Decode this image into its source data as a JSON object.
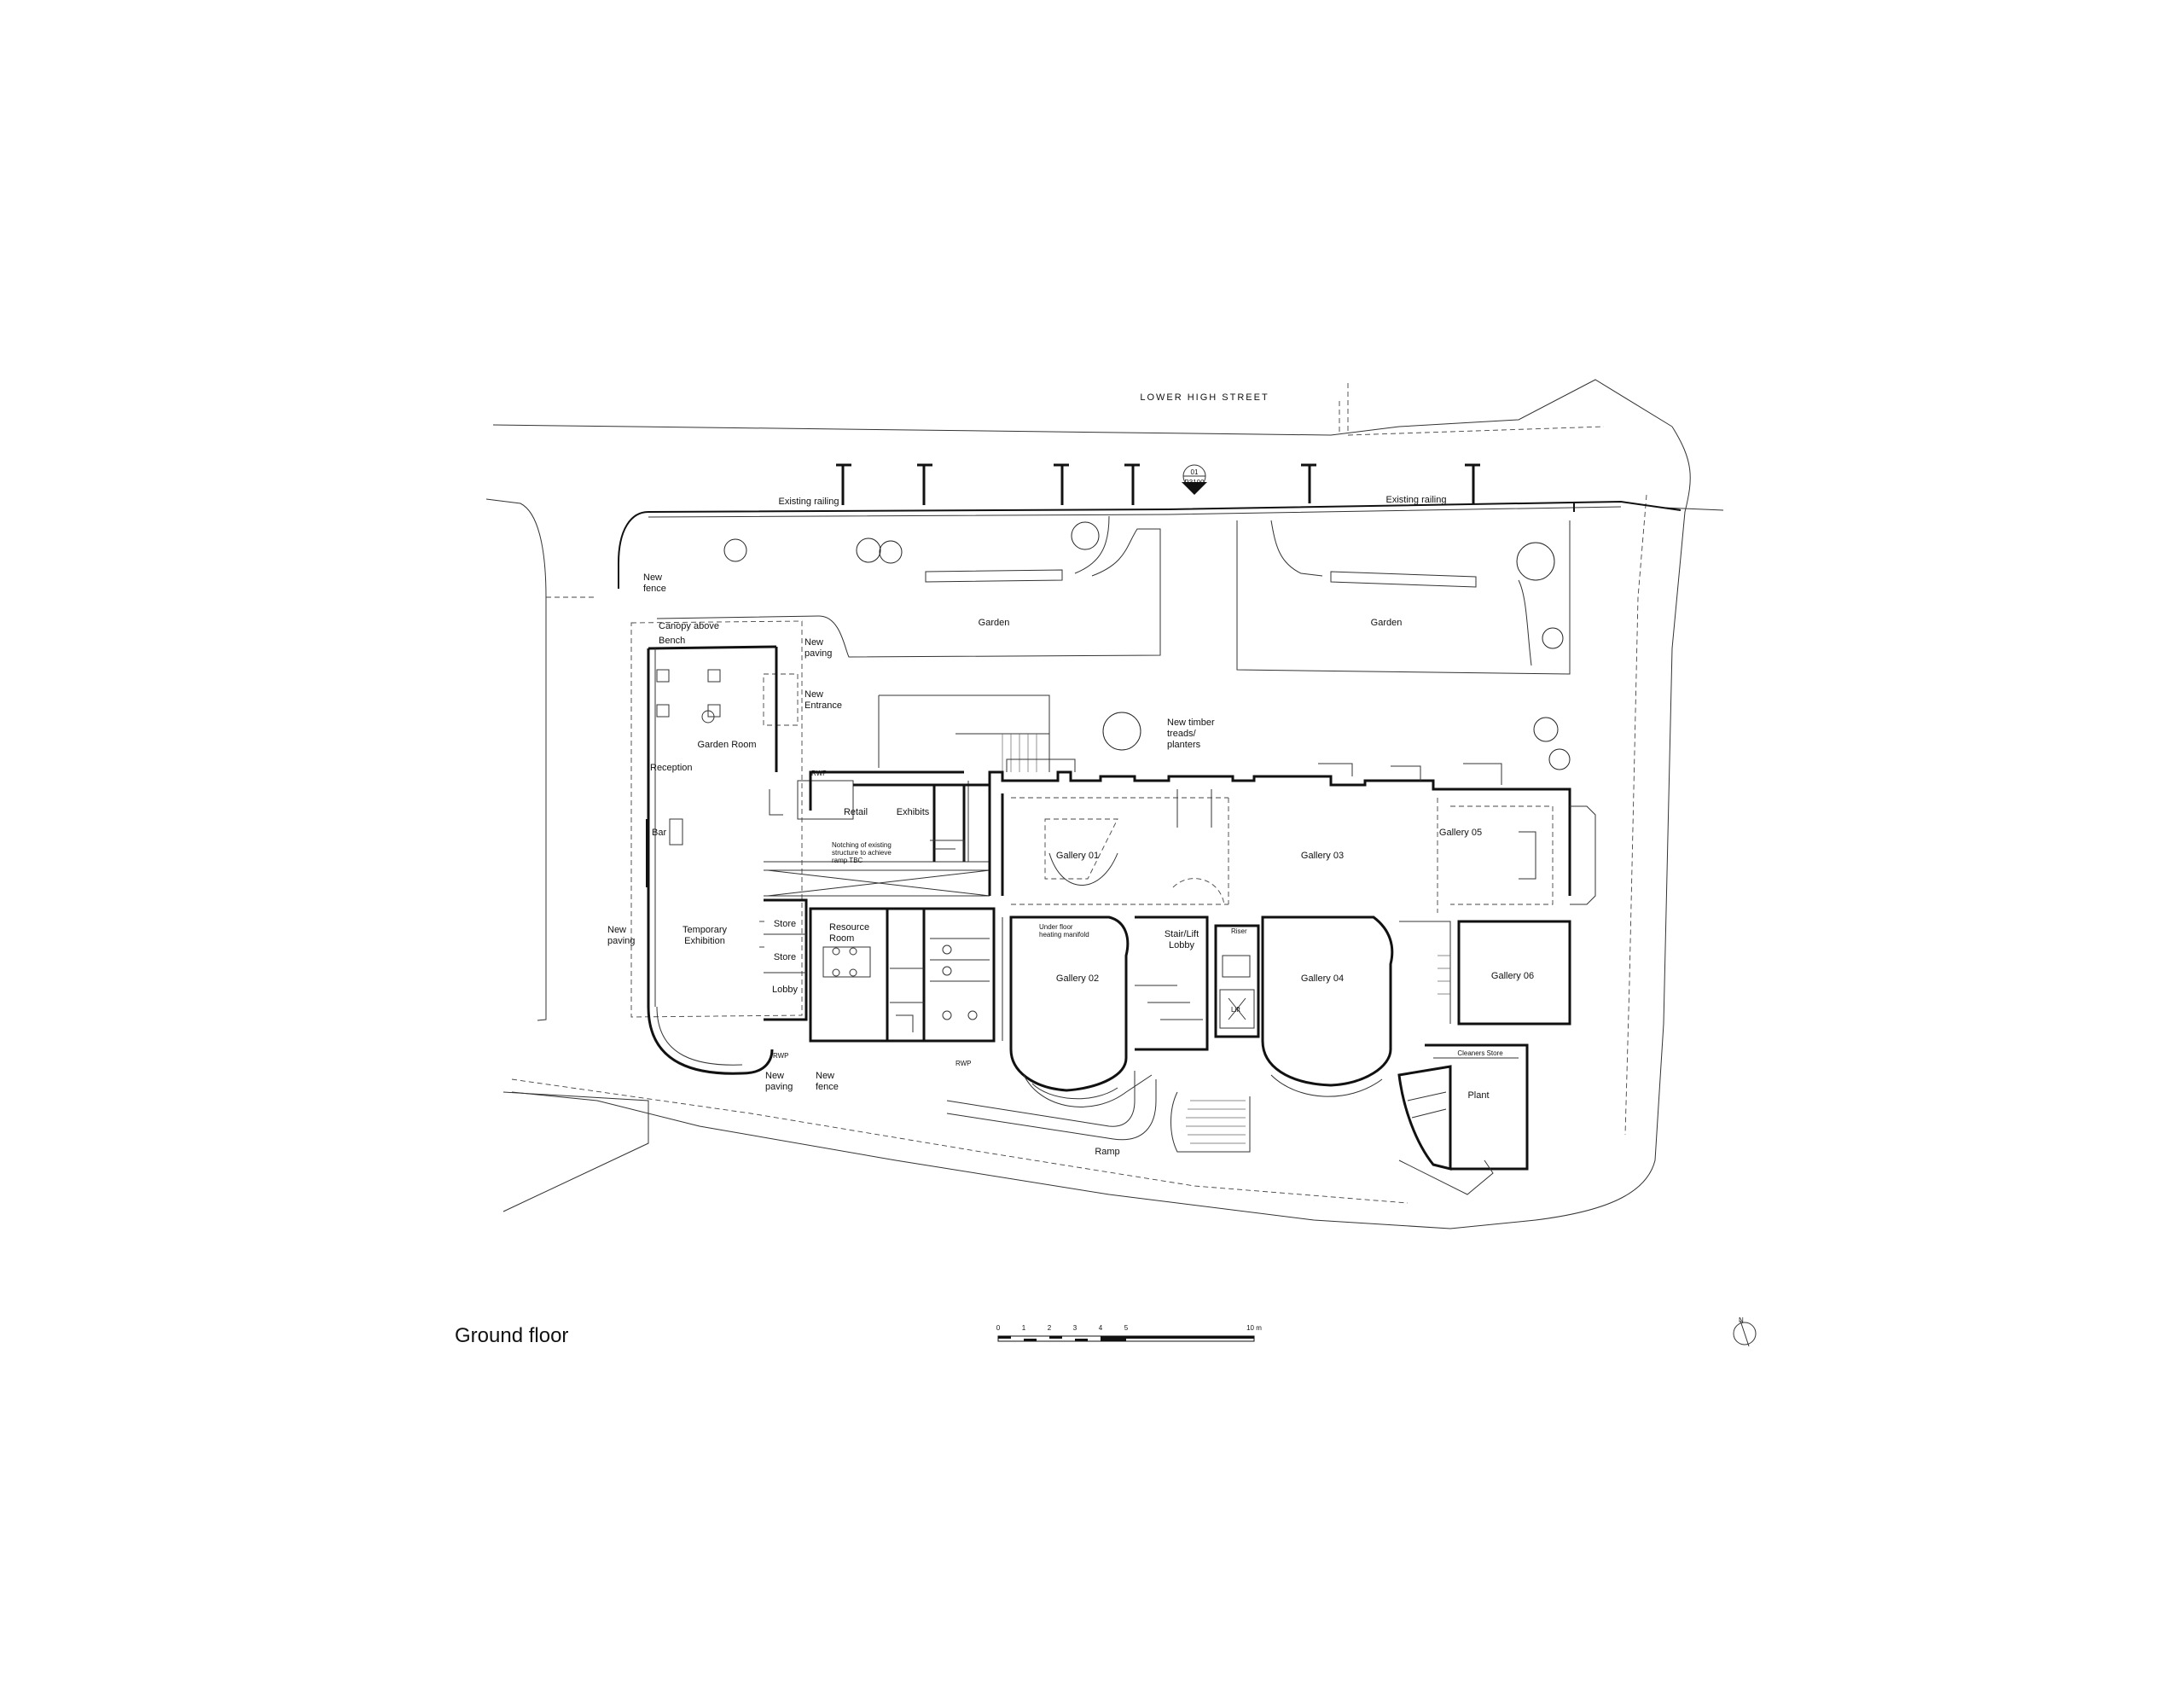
{
  "title": "Ground floor",
  "street": "LOWER HIGH STREET",
  "section_marker": {
    "number": "01",
    "sheet": "P3100"
  },
  "north_symbol": "N",
  "scale_bar": {
    "ticks": [
      "0",
      "1",
      "2",
      "3",
      "4",
      "5"
    ],
    "end_label": "10 m"
  },
  "labels": {
    "existing_railing_left": "Existing railing",
    "existing_railing_right": "Existing railing",
    "new_fence_top_1": "New",
    "new_fence_top_2": "fence",
    "canopy_above": "Canopy above",
    "bench": "Bench",
    "new_paving_top_1": "New",
    "new_paving_top_2": "paving",
    "new_entrance_1": "New",
    "new_entrance_2": "Entrance",
    "garden_left": "Garden",
    "garden_right": "Garden",
    "garden_room": "Garden Room",
    "reception": "Reception",
    "rwp_top": "RWP",
    "retail": "Retail",
    "exhibits": "Exhibits",
    "bar": "Bar",
    "notching_1": "Notching of existing",
    "notching_2": "structure to achieve",
    "notching_3": "ramp TBC",
    "new_timber_1": "New timber",
    "new_timber_2": "treads/",
    "new_timber_3": "planters",
    "gallery_01": "Gallery 01",
    "gallery_02": "Gallery 02",
    "gallery_03": "Gallery 03",
    "gallery_04": "Gallery 04",
    "gallery_05": "Gallery 05",
    "gallery_06": "Gallery 06",
    "new_paving_left_1": "New",
    "new_paving_left_2": "paving",
    "temporary_exhibition_1": "Temporary",
    "temporary_exhibition_2": "Exhibition",
    "store_1": "Store",
    "store_2": "Store",
    "resource_room_1": "Resource",
    "resource_room_2": "Room",
    "lobby": "Lobby",
    "underfloor_1": "Under floor",
    "underfloor_2": "heating manifold",
    "stair_lift_1": "Stair/Lift",
    "stair_lift_2": "Lobby",
    "riser": "Riser",
    "lift": "Lift",
    "cleaners_store": "Cleaners Store",
    "plant": "Plant",
    "rwp_bottom_1": "RWP",
    "rwp_bottom_2": "RWP",
    "new_paving_bottom_1": "New",
    "new_paving_bottom_2": "paving",
    "new_fence_bottom_1": "New",
    "new_fence_bottom_2": "fence",
    "ramp": "Ramp"
  }
}
